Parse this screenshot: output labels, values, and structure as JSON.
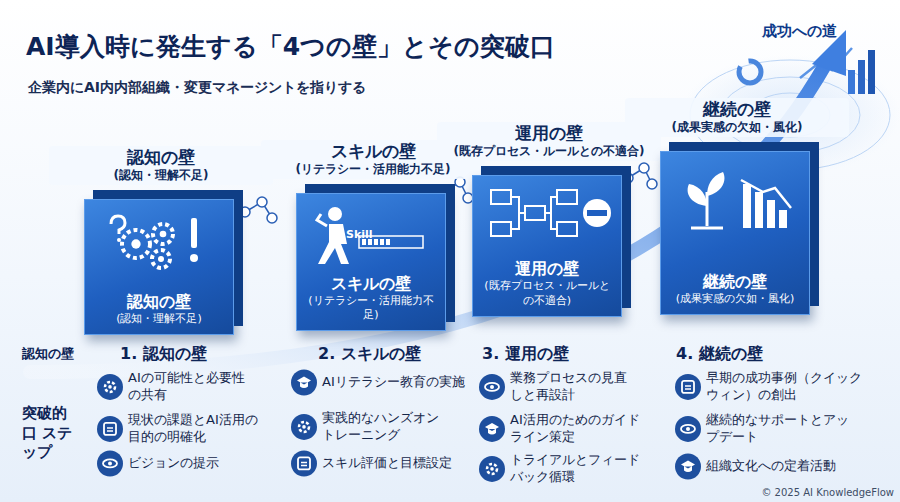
{
  "diagram": {
    "title": "AI導入時に発生する「4つの壁」とその突破口",
    "nodes": [
      {
        "text": [
          "認知の壁",
          "(認知・理解不足)",
          "認知の壁",
          "(認知・理解不足)"
        ]
      },
      {
        "text": [
          "スキルの壁",
          "(リテラシー・活用能力不足)",
          "スキルの壁",
          "(リテラシー・活用能力不足)"
        ]
      },
      {
        "text": [
          "運用の壁",
          "(既存プロセス・ルールとの不適合)",
          "運用の壁",
          "(既存プロセス・ルールとの不適合)"
        ]
      },
      {
        "text": [
          "継続の壁",
          "(成果実感の欠如・風化)",
          "継続の壁",
          "(成果実感の欠如・風化)"
        ]
      }
    ],
    "labels": [
      "企業内にAI内内部組織・変更マネージントを指りする",
      "成功への道",
      "Skill",
      "認知の壁",
      "突破的口 ステップ",
      "1. 認知の壁",
      "AIの可能性と必要性の共有",
      "現状の課題とAI活用の目的の明確化",
      "ビジョンの提示",
      "2. スキルの壁",
      "AIリテラシー教育の実施",
      "実践的なハンズオントレーニング",
      "スキル評価と目標設定",
      "3. 運用の壁",
      "業務プロセスの見直しと再設計",
      "AI活用のためのガイドライン策定",
      "トライアルとフィードバック循環",
      "4. 継続の壁",
      "早期の成功事例（クイックウィン）の創出",
      "継続的なサポートとアップデート",
      "組織文化への定着活動",
      "© 2025 AI KnowledgeFlow"
    ]
  }
}
